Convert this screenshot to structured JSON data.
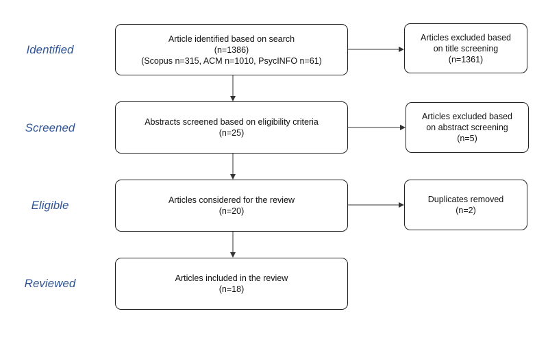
{
  "stages": [
    {
      "label": "Identified"
    },
    {
      "label": "Screened"
    },
    {
      "label": "Eligible"
    },
    {
      "label": "Reviewed"
    }
  ],
  "main_boxes": [
    {
      "lines": [
        "Article identified based on search",
        "(n=1386)",
        "(Scopus n=315, ACM n=1010, PsycINFO n=61)"
      ]
    },
    {
      "lines": [
        "Abstracts screened based on eligibility criteria",
        "(n=25)"
      ]
    },
    {
      "lines": [
        "Articles considered for the review",
        "(n=20)"
      ]
    },
    {
      "lines": [
        "Articles included in the review",
        "(n=18)"
      ]
    }
  ],
  "side_boxes": [
    {
      "lines": [
        "Articles excluded based",
        "on title screening",
        "(n=1361)"
      ]
    },
    {
      "lines": [
        "Articles excluded based",
        "on abstract screening",
        "(n=5)"
      ]
    },
    {
      "lines": [
        "Duplicates removed",
        "(n=2)"
      ]
    }
  ],
  "colors": {
    "stage_label": "#2f5597",
    "border": "#222222",
    "arrow": "#333333"
  }
}
